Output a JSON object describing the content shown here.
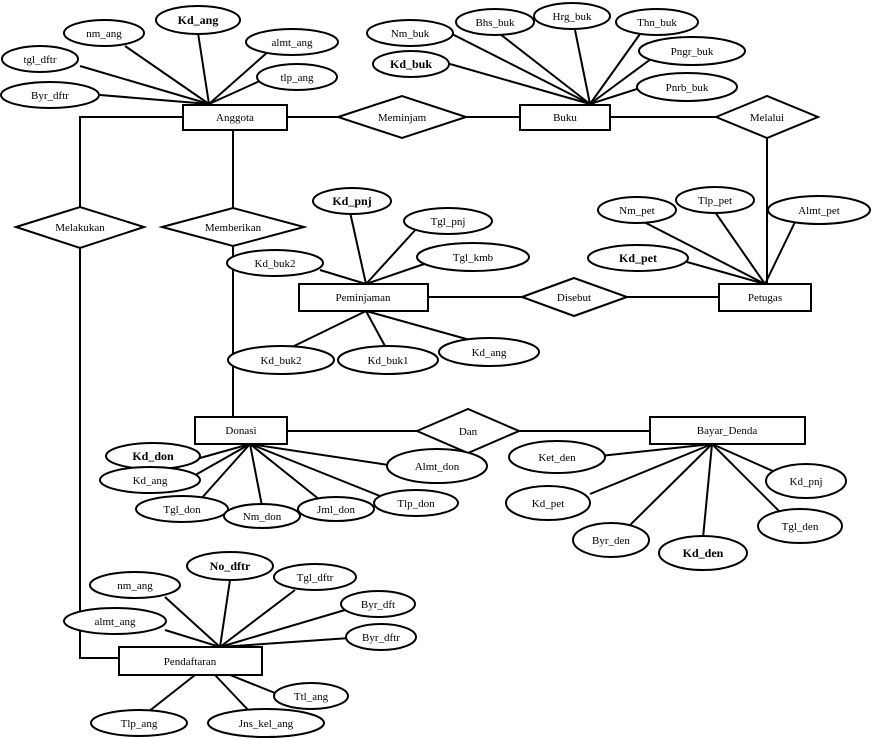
{
  "entities": {
    "anggota": "Anggota",
    "buku": "Buku",
    "peminjaman": "Peminjaman",
    "petugas": "Petugas",
    "donasi": "Donasi",
    "bayar_denda": "Bayar_Denda",
    "pendaftaran": "Pendaftaran"
  },
  "relationships": {
    "meminjam": "Meminjam",
    "melalui": "Melalui",
    "melakukan": "Melakukan",
    "memberikan": "Memberikan",
    "disebut": "Disebut",
    "dan": "Dan"
  },
  "attributes": {
    "anggota": {
      "kd_ang": "Kd_ang",
      "nm_ang": "nm_ang",
      "almt_ang": "almt_ang",
      "tgl_dftr": "tgl_dftr",
      "tlp_ang": "tlp_ang",
      "byr_dftr": "Byr_dftr"
    },
    "buku": {
      "nm_buk": "Nm_buk",
      "bhs_buk": "Bhs_buk",
      "hrg_buk": "Hrg_buk",
      "thn_buk": "Thn_buk",
      "kd_buk": "Kd_buk",
      "pngr_buk": "Pngr_buk",
      "pnrb_buk": "Pnrb_buk"
    },
    "peminjaman": {
      "kd_pnj": "Kd_pnj",
      "tgl_pnj": "Tgl_pnj",
      "tgl_kmb": "Tgl_kmb",
      "kd_buk2_top": "Kd_buk2",
      "kd_buk2": "Kd_buk2",
      "kd_buk1": "Kd_buk1",
      "kd_ang": "Kd_ang"
    },
    "petugas": {
      "nm_pet": "Nm_pet",
      "tlp_pet": "Tlp_pet",
      "almt_pet": "Almt_pet",
      "kd_pet": "Kd_pet"
    },
    "donasi": {
      "kd_don": "Kd_don",
      "kd_ang": "Kd_ang",
      "tgl_don": "Tgl_don",
      "nm_don": "Nm_don",
      "jml_don": "Jml_don",
      "tlp_don": "Tlp_don",
      "almt_don": "Almt_don"
    },
    "bayar_denda": {
      "ket_den": "Ket_den",
      "kd_pet": "Kd_pet",
      "byr_den": "Byr_den",
      "kd_den": "Kd_den",
      "tgl_den": "Tgl_den",
      "kd_pnj": "Kd_pnj"
    },
    "pendaftaran": {
      "nm_ang": "nm_ang",
      "no_dftr": "No_dftr",
      "tgl_dftr": "Tgl_dftr",
      "byr_dft": "Byr_dft",
      "almt_ang": "almt_ang",
      "byr_dftr": "Byr_dftr",
      "tlp_ang": "Tlp_ang",
      "jns_kel_ang": "Jns_kel_ang",
      "ttl_ang": "Ttl_ang"
    }
  }
}
